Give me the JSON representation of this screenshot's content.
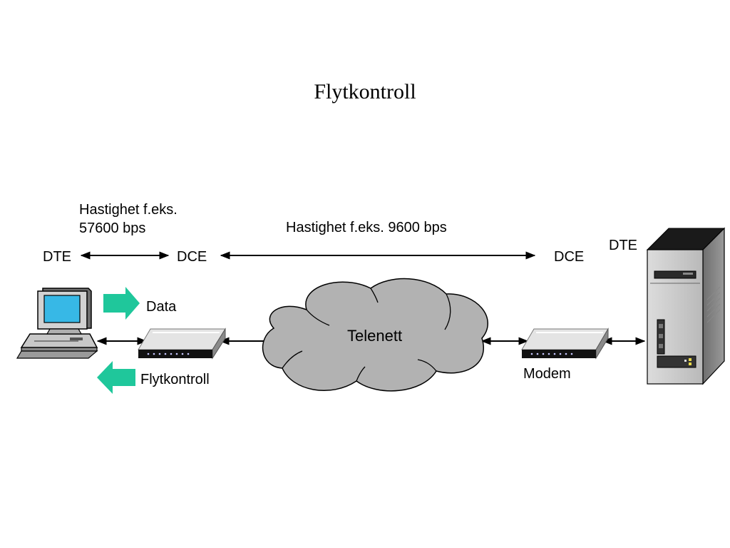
{
  "slide": {
    "title": "Flytkontroll",
    "speed_local_line1": "Hastighet f.eks.",
    "speed_local_line2": "57600 bps",
    "speed_remote": "Hastighet f.eks. 9600 bps",
    "dte_left": "DTE",
    "dce_left": "DCE",
    "dce_right": "DCE",
    "dte_right": "DTE",
    "data_label": "Data",
    "flow_control_label": "Flytkontroll",
    "cloud_label": "Telenett",
    "modem_label": "Modem"
  },
  "colors": {
    "arrow_fill": "#1fc79b",
    "cloud_fill": "#b2b2b2",
    "screen": "#37b8e6"
  },
  "icons": [
    "desktop-computer-icon",
    "modem-icon",
    "cloud-icon",
    "server-tower-icon"
  ]
}
